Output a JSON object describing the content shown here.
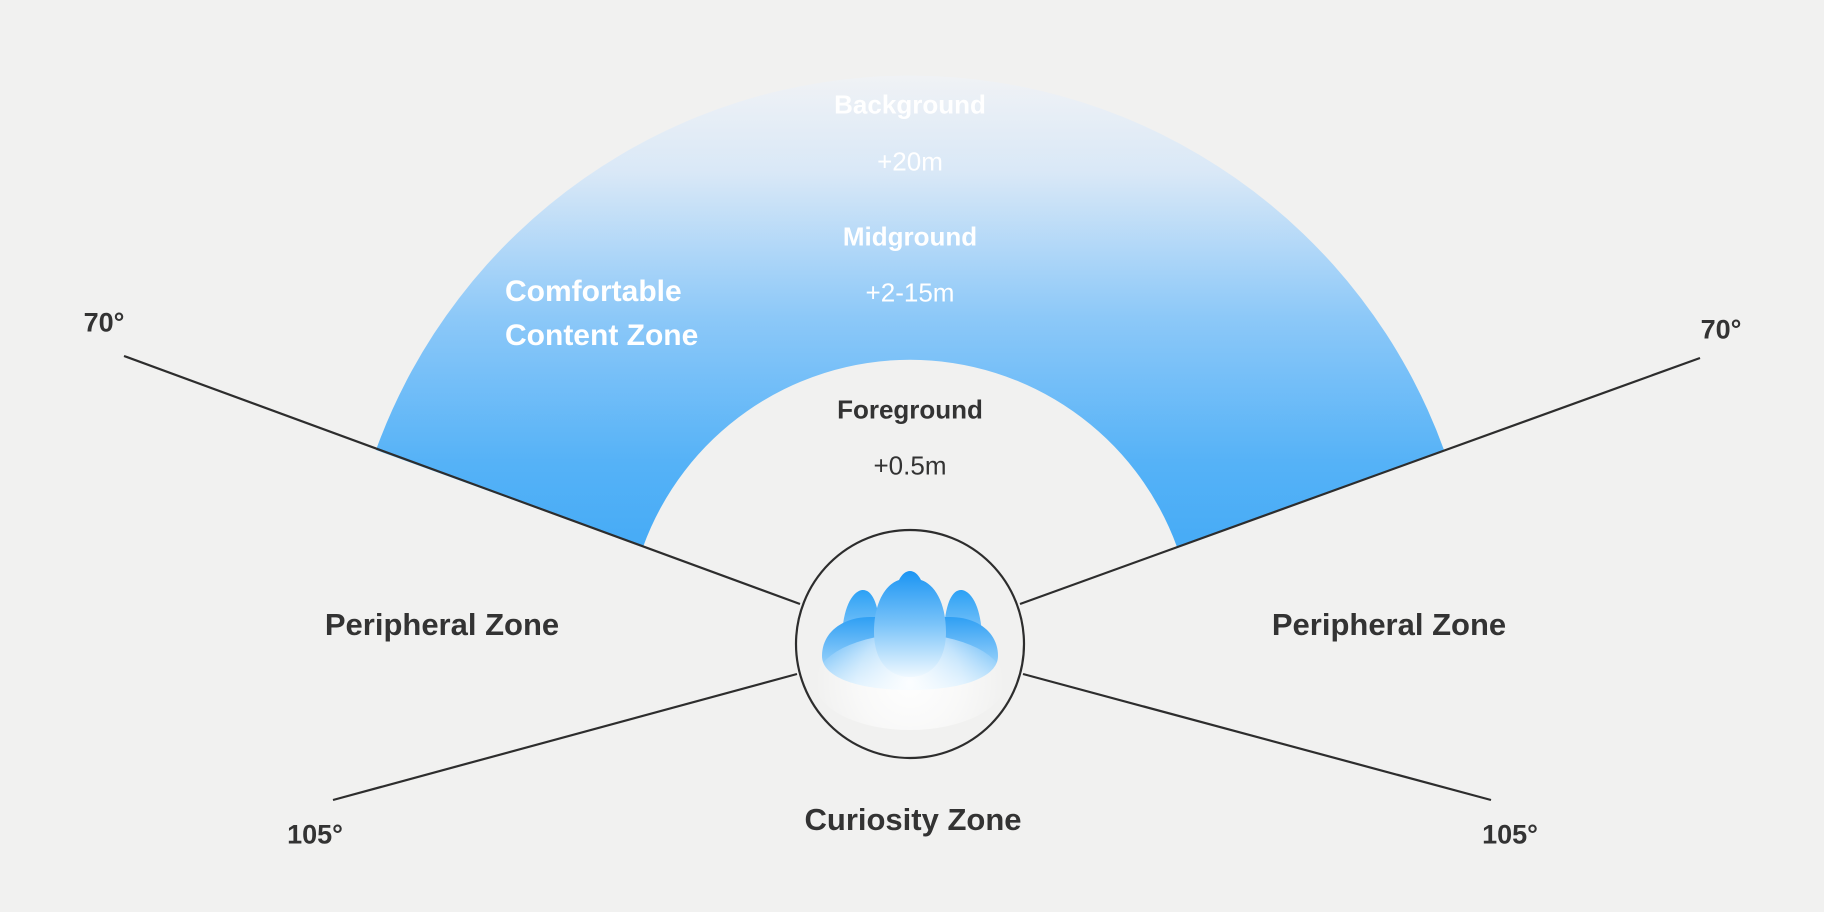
{
  "labels": {
    "background": "Background",
    "background_distance": "+20m",
    "midground": "Midground",
    "midground_distance": "+2-15m",
    "foreground": "Foreground",
    "foreground_distance": "+0.5m",
    "comfortable_line1": "Comfortable",
    "comfortable_line2": "Content Zone",
    "peripheral_left": "Peripheral Zone",
    "peripheral_right": "Peripheral Zone",
    "curiosity": "Curiosity Zone",
    "angle_upper_left": "70°",
    "angle_upper_right": "70°",
    "angle_lower_left": "105°",
    "angle_lower_right": "105°"
  },
  "colors": {
    "page_background": "#f1f1f0",
    "fan_blue": "#44aaf6",
    "fan_fade_top": "#f0f2f5",
    "accent_blue": "#2196f3",
    "text_dark": "#333333",
    "text_light": "#ffffff",
    "line": "#2d2d2d"
  }
}
